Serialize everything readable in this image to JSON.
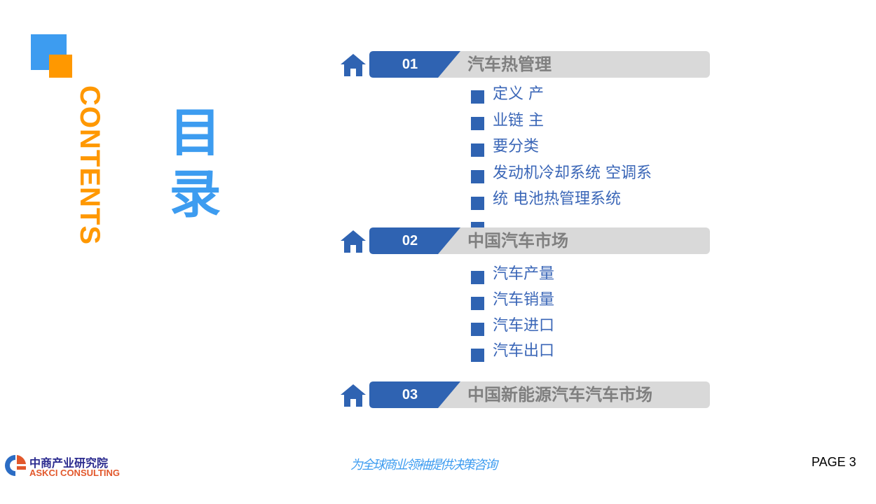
{
  "colors": {
    "accent_blue": "#3d9cf0",
    "accent_orange": "#ff9800",
    "bar_dark_blue": "#2f63b2",
    "bar_gray": "#d9d9d9",
    "item_text": "#3a66b7"
  },
  "side": {
    "contents_label": "CONTENTS",
    "mulu_label": "目录"
  },
  "sections": [
    {
      "number": "01",
      "title": "汽车热管理",
      "icon": "home-icon",
      "items": [
        "定义 产",
        "业链 主",
        "要分类",
        "发动机冷却系统 空调系",
        "统 电池热管理系统"
      ]
    },
    {
      "number": "02",
      "title": "中国汽车市场",
      "icon": "home-icon",
      "items": [
        "汽车产量",
        "汽车销量",
        "汽车进口",
        "汽车出口"
      ]
    },
    {
      "number": "03",
      "title": "中国新能源汽车汽车市场",
      "icon": "home-icon",
      "items": []
    }
  ],
  "footer": {
    "logo_cn": "中商产业研究院",
    "logo_en": "ASKCI CONSULTING",
    "slogan": "为全球商业领袖提供决策咨询",
    "page_label": "PAGE 3"
  }
}
